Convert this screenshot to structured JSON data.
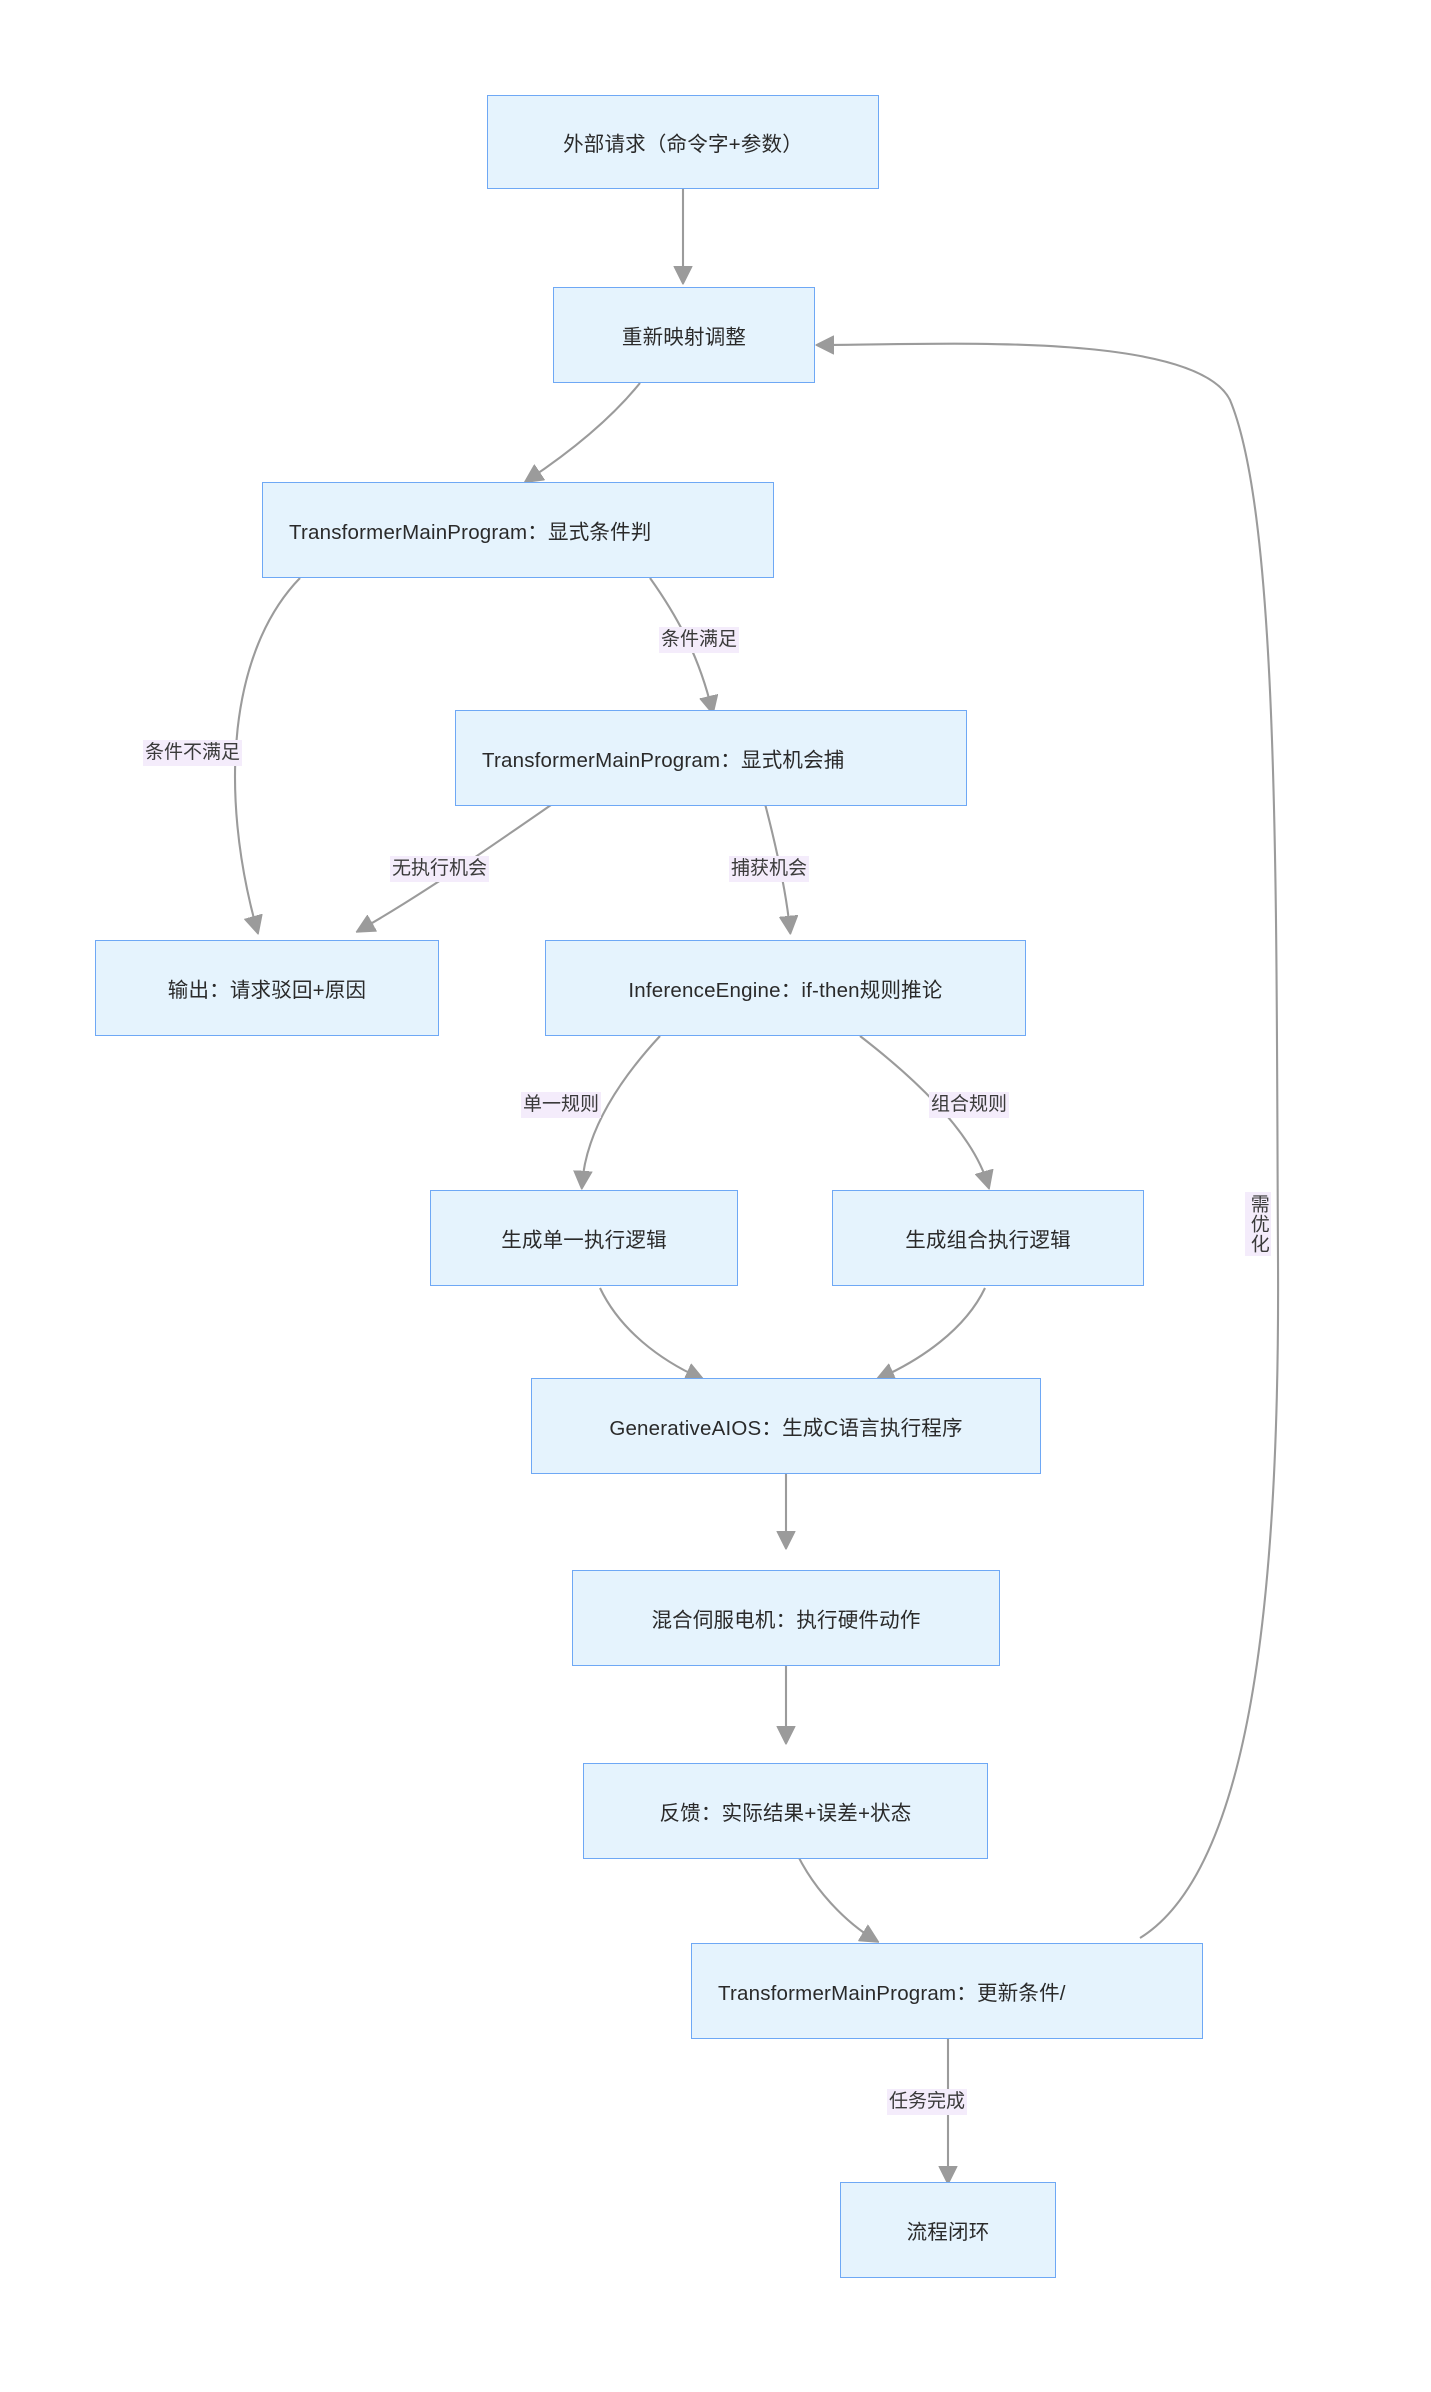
{
  "diagram": {
    "type": "flowchart",
    "direction": "top-down",
    "title": "",
    "theme": {
      "node_fill": "#e5f3fd",
      "node_stroke": "#6ea8f5",
      "edge_stroke": "#9b9b9b",
      "edge_label_bg": "#f4ecfb",
      "text_color": "#2a2a2a",
      "background": "#ffffff"
    },
    "nodes": [
      {
        "id": "n1",
        "label": "外部请求（命令字+参数）",
        "clipped": false
      },
      {
        "id": "n2",
        "label": "重新映射调整",
        "clipped": false
      },
      {
        "id": "n3",
        "label": "TransformerMainProgram：显式条件判",
        "clipped": true
      },
      {
        "id": "n4",
        "label": "TransformerMainProgram：显式机会捕",
        "clipped": true
      },
      {
        "id": "n5",
        "label": "输出：请求驳回+原因",
        "clipped": false
      },
      {
        "id": "n6",
        "label": "InferenceEngine：if-then规则推论",
        "clipped": false
      },
      {
        "id": "n7",
        "label": "生成单一执行逻辑",
        "clipped": false
      },
      {
        "id": "n8",
        "label": "生成组合执行逻辑",
        "clipped": false
      },
      {
        "id": "n9",
        "label": "GenerativeAIOS：生成C语言执行程序",
        "clipped": false
      },
      {
        "id": "n10",
        "label": "混合伺服电机：执行硬件动作",
        "clipped": false
      },
      {
        "id": "n11",
        "label": "反馈：实际结果+误差+状态",
        "clipped": false
      },
      {
        "id": "n12",
        "label": "TransformerMainProgram：更新条件/",
        "clipped": true
      },
      {
        "id": "n13",
        "label": "流程闭环",
        "clipped": false
      }
    ],
    "edges": [
      {
        "from": "n1",
        "to": "n2",
        "label": ""
      },
      {
        "from": "n2",
        "to": "n3",
        "label": ""
      },
      {
        "from": "n3",
        "to": "n5",
        "label": "条件不满足"
      },
      {
        "from": "n3",
        "to": "n4",
        "label": "条件满足"
      },
      {
        "from": "n4",
        "to": "n5",
        "label": "无执行机会"
      },
      {
        "from": "n4",
        "to": "n6",
        "label": "捕获机会"
      },
      {
        "from": "n6",
        "to": "n7",
        "label": "单一规则"
      },
      {
        "from": "n6",
        "to": "n8",
        "label": "组合规则"
      },
      {
        "from": "n7",
        "to": "n9",
        "label": ""
      },
      {
        "from": "n8",
        "to": "n9",
        "label": ""
      },
      {
        "from": "n9",
        "to": "n10",
        "label": ""
      },
      {
        "from": "n10",
        "to": "n11",
        "label": ""
      },
      {
        "from": "n11",
        "to": "n12",
        "label": ""
      },
      {
        "from": "n12",
        "to": "n2",
        "label": "需优化"
      },
      {
        "from": "n12",
        "to": "n13",
        "label": "任务完成"
      }
    ],
    "edge_labels": {
      "condition_met": "条件满足",
      "condition_not_met": "条件不满足",
      "no_execution_chance": "无执行机会",
      "capture_chance": "捕获机会",
      "single_rule": "单一规则",
      "combined_rule": "组合规则",
      "needs_optimization": "需优化",
      "task_complete": "任务完成"
    }
  }
}
